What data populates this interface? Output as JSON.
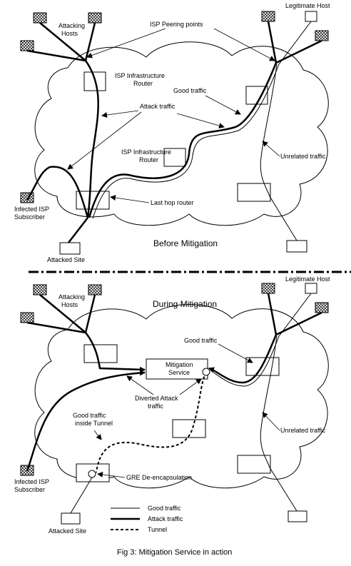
{
  "top": {
    "attacking_hosts": [
      "Attacking",
      "Hosts"
    ],
    "isp_peering": "ISP Peering points",
    "legitimate_host": "Legitimate Host",
    "isp_infra_router_1": [
      "ISP Infrastructure",
      "Router"
    ],
    "good_traffic": "Good traffic",
    "attack_traffic": "Attack traffic",
    "isp_infra_router_2": [
      "ISP Infrastructure",
      "Router"
    ],
    "unrelated_traffic": "Unrelated traffic",
    "infected_subscriber": [
      "Infected ISP",
      "Subscriber"
    ],
    "last_hop_router": "Last hop router",
    "attacked_site": "Attacked Site",
    "title": "Before Mitigation"
  },
  "bottom": {
    "attacking_hosts": [
      "Attacking",
      "Hosts"
    ],
    "legitimate_host": "Legitimate Host",
    "title": "During Mitigation",
    "good_traffic": "Good traffic",
    "mitigation_service": [
      "Mitigation",
      "Service"
    ],
    "diverted_attack": [
      "Diverted Attack",
      "traffic"
    ],
    "good_in_tunnel": [
      "Good traffic",
      "inside Tunnel"
    ],
    "unrelated_traffic": "Unrelated traffic",
    "infected_subscriber": [
      "Infected ISP",
      "Subscriber"
    ],
    "gre": "GRE De-encapsulation",
    "attacked_site": "Attacked Site"
  },
  "legend": {
    "good": "Good traffic",
    "attack": "Attack traffic",
    "tunnel": "Tunnel"
  },
  "caption": "Fig 3: Mitigation Service in action"
}
